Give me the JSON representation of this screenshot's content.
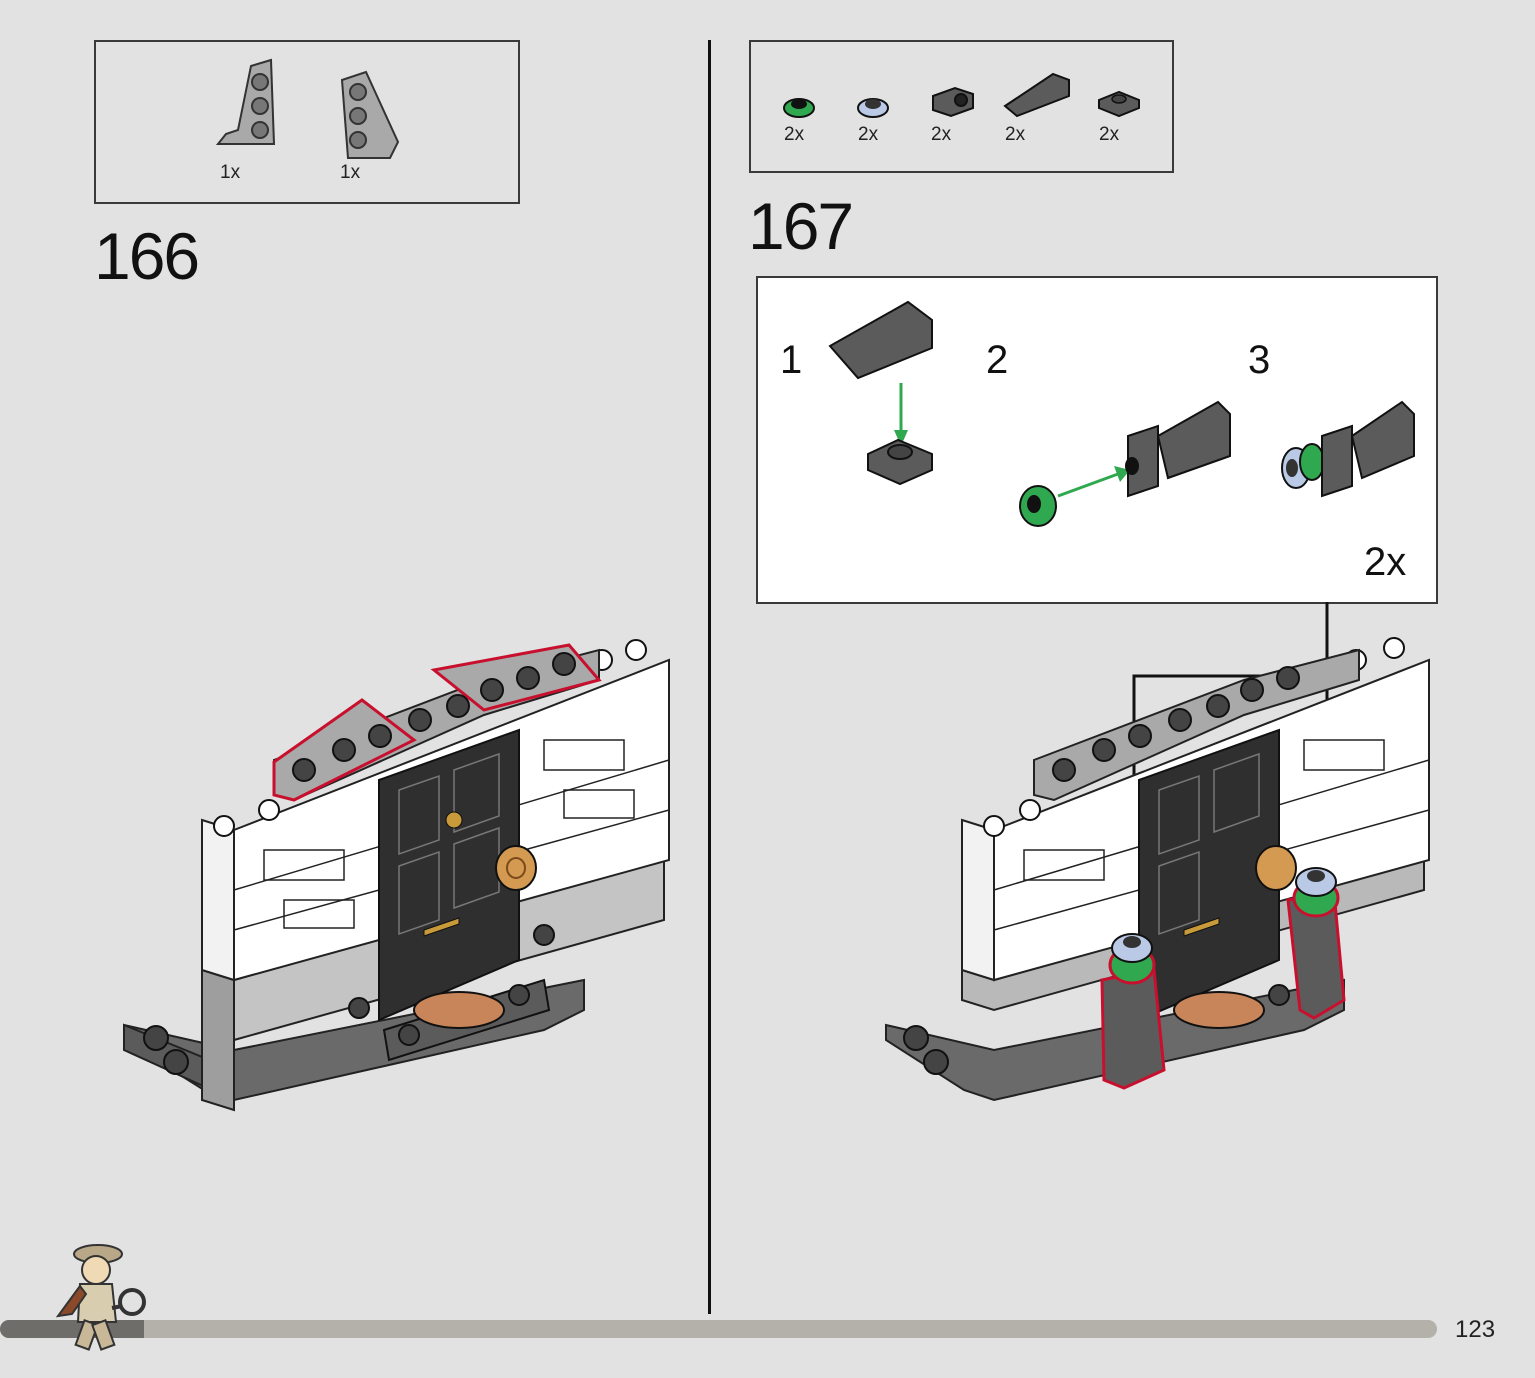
{
  "page": {
    "number": "123",
    "progress": 0.1
  },
  "step166": {
    "number": "166",
    "parts": [
      {
        "name": "wedge-plate-left",
        "qty": "1x",
        "color": "#a9a9a9"
      },
      {
        "name": "wedge-plate-right",
        "qty": "1x",
        "color": "#a9a9a9"
      }
    ]
  },
  "step167": {
    "number": "167",
    "parts": [
      {
        "name": "round-plate-green",
        "qty": "2x",
        "color": "#2fa84f"
      },
      {
        "name": "round-plate-light-blue",
        "qty": "2x",
        "color": "#b9c9e6"
      },
      {
        "name": "bracket-plate-dark",
        "qty": "2x",
        "color": "#5b5b5b"
      },
      {
        "name": "slope-dark",
        "qty": "2x",
        "color": "#5b5b5b"
      },
      {
        "name": "plate-1x1-dark",
        "qty": "2x",
        "color": "#5b5b5b"
      }
    ],
    "substeps": [
      "1",
      "2",
      "3"
    ],
    "multiplier": "2x"
  },
  "colors": {
    "highlight": "#c8102e",
    "arrow_green": "#2fa84f",
    "brick_white": "#ffffff",
    "brick_light": "#b9b9b9",
    "brick_dark": "#5b5b5b",
    "door": "#2f2f2f",
    "gold": "#c89a3a"
  }
}
